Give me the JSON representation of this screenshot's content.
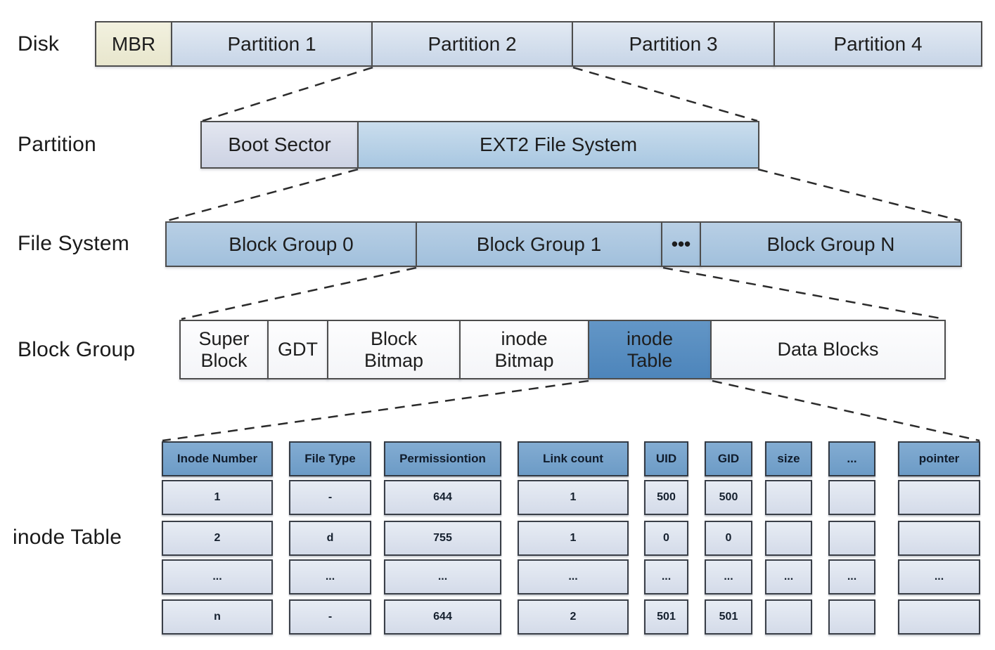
{
  "row_labels": {
    "disk": "Disk",
    "partition": "Partition",
    "file_system": "File System",
    "block_group": "Block Group",
    "inode_table": "inode Table"
  },
  "disk": {
    "cells": [
      "MBR",
      "Partition 1",
      "Partition 2",
      "Partition 3",
      "Partition 4"
    ]
  },
  "partition": {
    "cells": [
      "Boot Sector",
      "EXT2 File System"
    ]
  },
  "file_system": {
    "cells": [
      "Block Group 0",
      "Block Group 1",
      "•••",
      "Block Group N"
    ]
  },
  "block_group": {
    "cells": [
      "Super Block",
      "GDT",
      "Block Bitmap",
      "inode Bitmap",
      "inode Table",
      "Data Blocks"
    ]
  },
  "inode_table": {
    "headers": [
      "Inode Number",
      "File Type",
      "Permissiontion",
      "Link count",
      "UID",
      "GID",
      "size",
      "...",
      "pointer"
    ],
    "rows": [
      [
        "1",
        "-",
        "644",
        "1",
        "500",
        "500",
        "",
        "",
        ""
      ],
      [
        "2",
        "d",
        "755",
        "1",
        "0",
        "0",
        "",
        "",
        ""
      ],
      [
        "...",
        "...",
        "...",
        "...",
        "...",
        "...",
        "...",
        "...",
        "..."
      ],
      [
        "n",
        "-",
        "644",
        "2",
        "501",
        "501",
        "",
        "",
        ""
      ]
    ]
  },
  "colors": {
    "mbr_fill": "#eeeedb",
    "partition_fill": "#cfdceb",
    "ext2_fill": "#b9d2e8",
    "block_group_fill": "#adc8e1",
    "white_cell_fill": "#f8f9fa",
    "inode_table_fill": "#578cbf",
    "header_fill": "#78a4cc",
    "data_cell_fill": "#dde3ee",
    "line_color": "#2b2b2b",
    "text_color": "#1d1d1d"
  }
}
